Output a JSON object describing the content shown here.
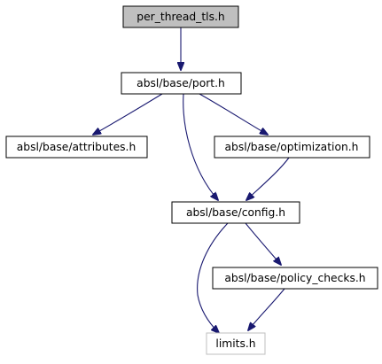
{
  "graph": {
    "colors": {
      "edge": "#191970",
      "node_border": "#000000",
      "root_fill": "#bfbfbf",
      "node_fill": "#ffffff",
      "external_border": "#bfbfbf"
    },
    "nodes": {
      "per_thread_tls": "per_thread_tls.h",
      "port": "absl/base/port.h",
      "attributes": "absl/base/attributes.h",
      "optimization": "absl/base/optimization.h",
      "config": "absl/base/config.h",
      "policy_checks": "absl/base/policy_checks.h",
      "limits": "limits.h"
    },
    "edges": [
      {
        "from": "per_thread_tls",
        "to": "port"
      },
      {
        "from": "port",
        "to": "attributes"
      },
      {
        "from": "port",
        "to": "optimization"
      },
      {
        "from": "port",
        "to": "config"
      },
      {
        "from": "optimization",
        "to": "config"
      },
      {
        "from": "config",
        "to": "policy_checks"
      },
      {
        "from": "config",
        "to": "limits"
      },
      {
        "from": "policy_checks",
        "to": "limits"
      }
    ]
  }
}
